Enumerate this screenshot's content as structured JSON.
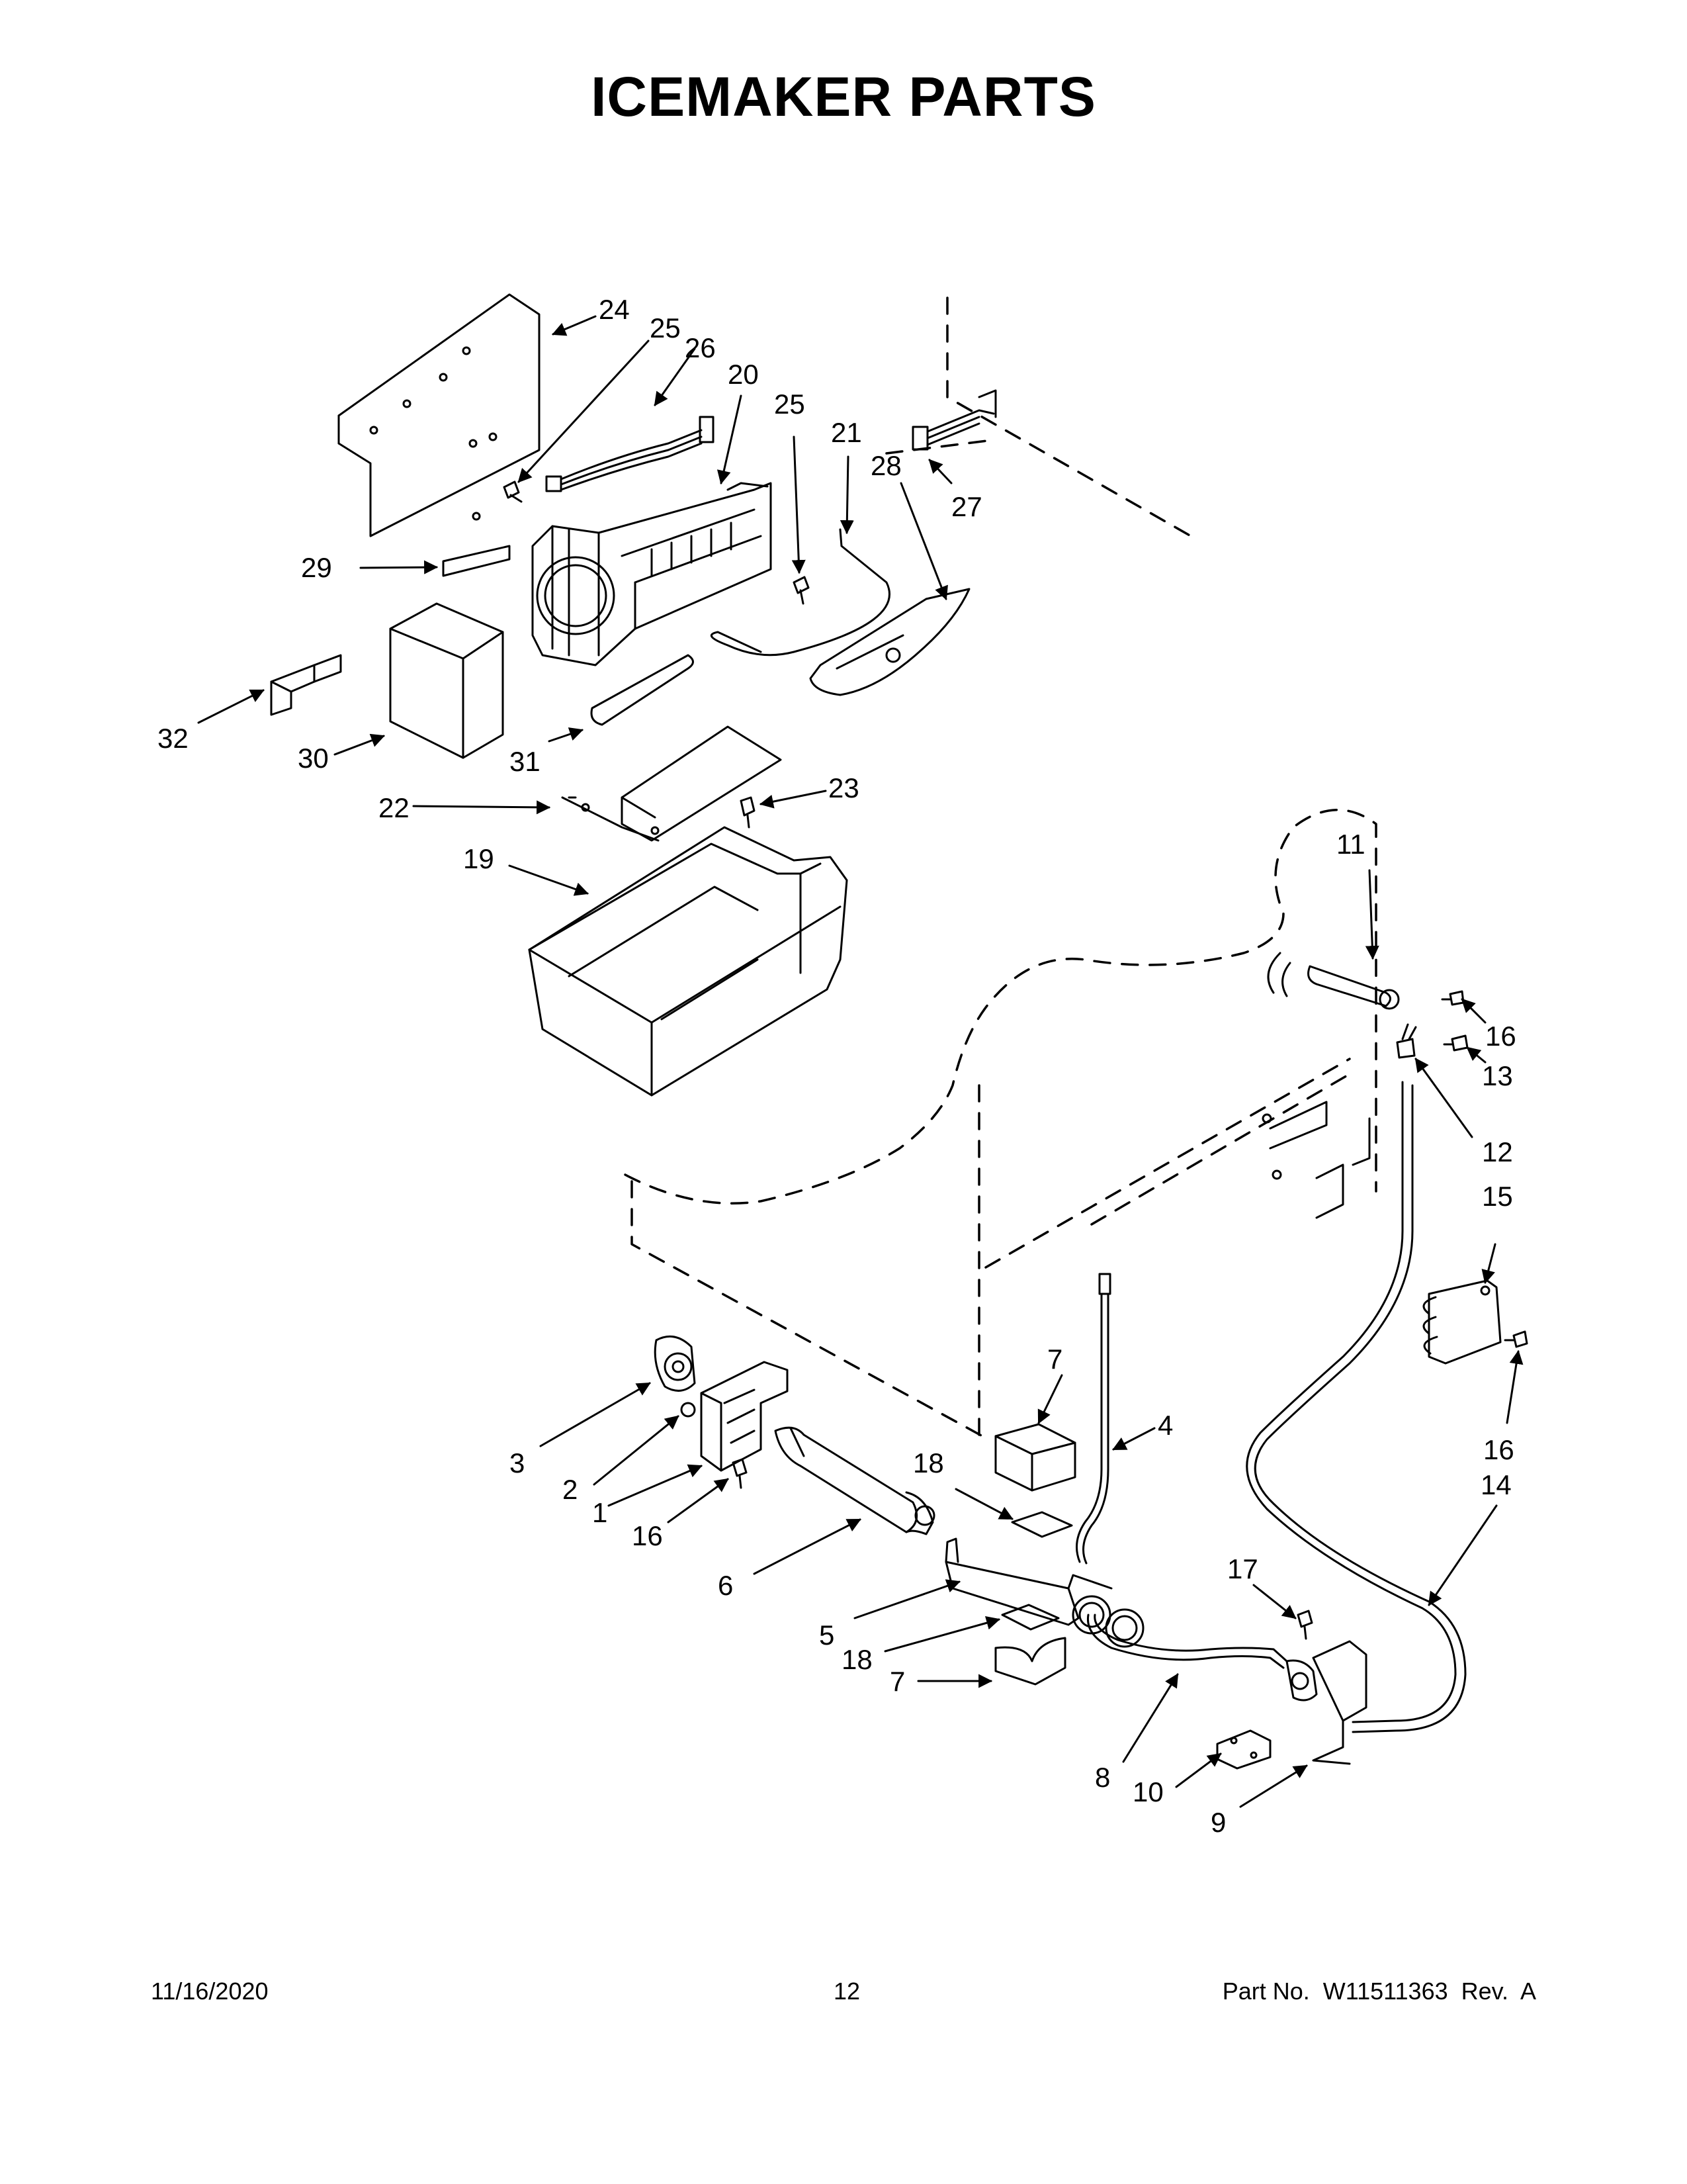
{
  "title": "ICEMAKER PARTS",
  "footer": {
    "date": "11/16/2020",
    "page": "12",
    "part_no": "Part No.  W11511363  Rev.  A"
  },
  "callouts": [
    {
      "id": "c24",
      "text": "24"
    },
    {
      "id": "c25a",
      "text": "25"
    },
    {
      "id": "c26",
      "text": "26"
    },
    {
      "id": "c20",
      "text": "20"
    },
    {
      "id": "c25b",
      "text": "25"
    },
    {
      "id": "c21",
      "text": "21"
    },
    {
      "id": "c28",
      "text": "28"
    },
    {
      "id": "c27",
      "text": "27"
    },
    {
      "id": "c29",
      "text": "29"
    },
    {
      "id": "c32",
      "text": "32"
    },
    {
      "id": "c30",
      "text": "30"
    },
    {
      "id": "c31",
      "text": "31"
    },
    {
      "id": "c22",
      "text": "22"
    },
    {
      "id": "c23",
      "text": "23"
    },
    {
      "id": "c19",
      "text": "19"
    },
    {
      "id": "c11",
      "text": "11"
    },
    {
      "id": "c16a",
      "text": "16"
    },
    {
      "id": "c13",
      "text": "13"
    },
    {
      "id": "c12",
      "text": "12"
    },
    {
      "id": "c15",
      "text": "15"
    },
    {
      "id": "c16b",
      "text": "16"
    },
    {
      "id": "c14",
      "text": "14"
    },
    {
      "id": "c7a",
      "text": "7"
    },
    {
      "id": "c4",
      "text": "4"
    },
    {
      "id": "c18a",
      "text": "18"
    },
    {
      "id": "c3",
      "text": "3"
    },
    {
      "id": "c2",
      "text": "2"
    },
    {
      "id": "c1",
      "text": "1"
    },
    {
      "id": "c16c",
      "text": "16"
    },
    {
      "id": "c6",
      "text": "6"
    },
    {
      "id": "c5",
      "text": "5"
    },
    {
      "id": "c18b",
      "text": "18"
    },
    {
      "id": "c7b",
      "text": "7"
    },
    {
      "id": "c17",
      "text": "17"
    },
    {
      "id": "c8",
      "text": "8"
    },
    {
      "id": "c10",
      "text": "10"
    },
    {
      "id": "c9",
      "text": "9"
    }
  ]
}
